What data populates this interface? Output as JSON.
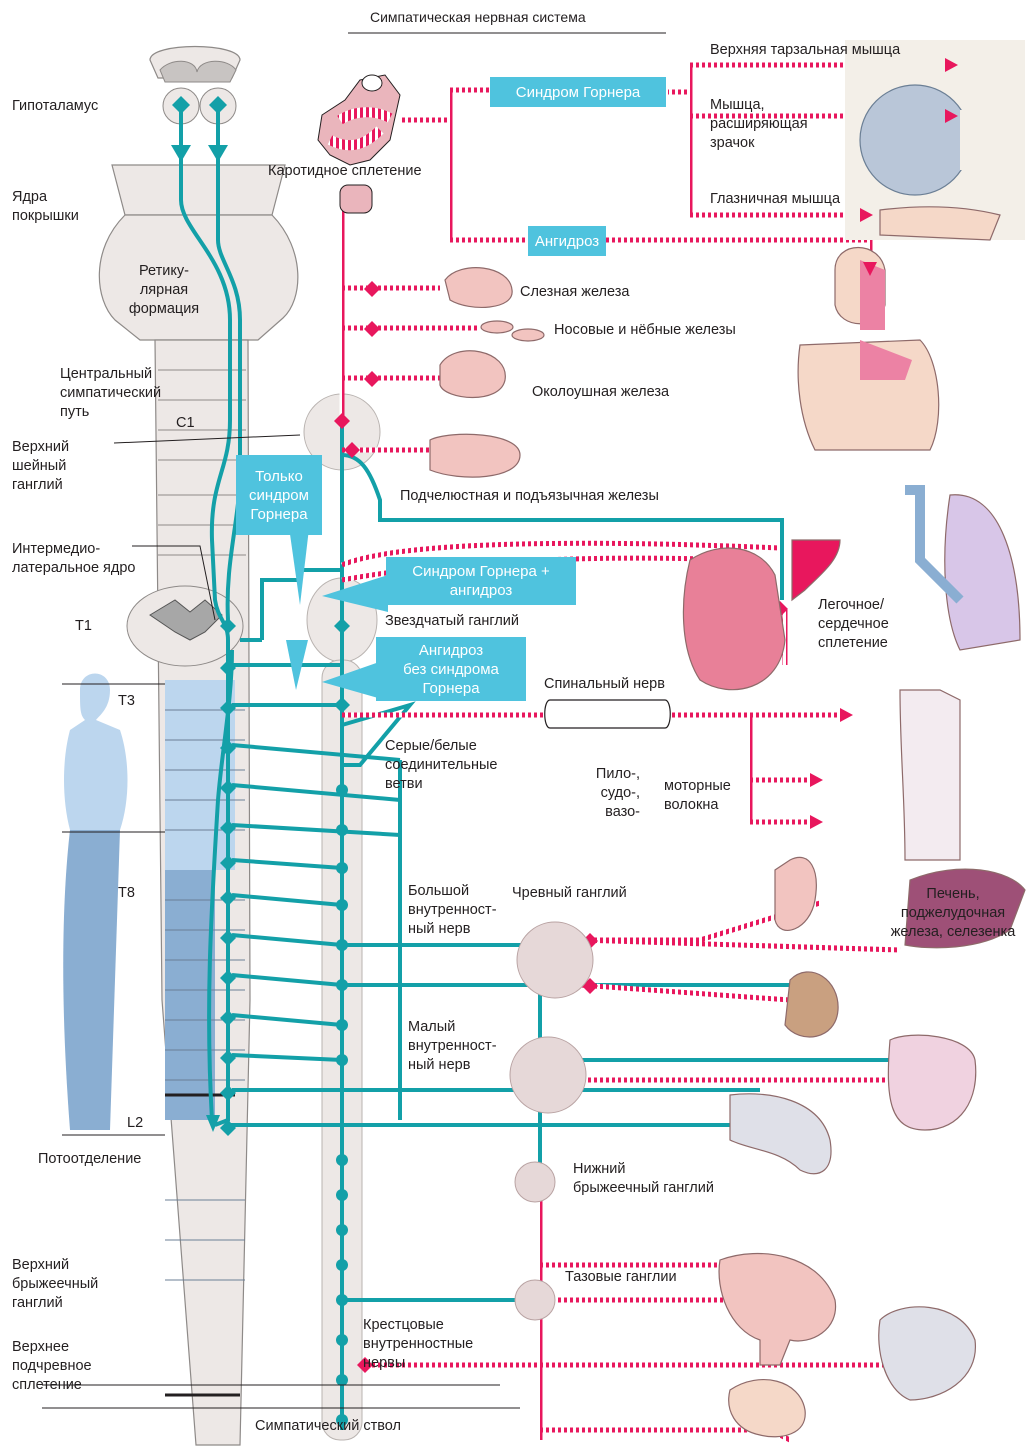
{
  "title": "Симпатическая нервная система",
  "colors": {
    "teal": "#13a0a8",
    "red": "#e8175d",
    "box": "#4fc3de",
    "spine": "#ede8e6",
    "organ_pink": "#eab5bc",
    "body_light": "#bcd6ee",
    "body_dark": "#8aaed2"
  },
  "labels": {
    "hypothalamus": "Гипоталамус",
    "tegmental_nuclei": "Ядра\nпокрышки",
    "reticular": "Ретику-\nлярная\nформация",
    "central_path": "Центральный\nсимпатический\nпуть",
    "c1": "C1",
    "superior_cervical": "Верхний\nшейный\nганглий",
    "intermediolateral": "Интермедио-\nлатеральное ядро",
    "t1": "T1",
    "t3": "T3",
    "t8": "T8",
    "l2": "L2",
    "sweating": "Потоотделение",
    "superior_mesenteric": "Верхний\nбрыжеечный\nганглий",
    "superior_hypogastric": "Верхнее\nподчревное\nсплетение",
    "sympathetic_trunk": "Симпатический ствол",
    "carotid_plexus": "Каротидное сплетение",
    "horner_box": "Синдром Горнера",
    "anhidrosis_box": "Ангидроз",
    "upper_tarsal": "Верхняя тарзальная мышца",
    "dilator": "Мышца,\nрасширяющая\nзрачок",
    "orbital_muscle": "Глазничная мышца",
    "lacrimal": "Слезная железа",
    "nasal": "Носовые и нёбные железы",
    "parotid": "Околоушная железа",
    "submandibular": "Подчелюстная и подъязычная железы",
    "only_horner": "Только\nсиндром\nГорнера",
    "horner_anhidrosis": "Синдром Горнера +\nангидроз",
    "stellate": "Звездчатый ганглий",
    "anhidrosis_no_horner": "Ангидроз\nбез синдрома\nГорнера",
    "pulmonary_plexus": "Легочное/\nсердечное\nсплетение",
    "spinal_nerve": "Спинальный нерв",
    "rami": "Серые/белые\nсоединительные\nветви",
    "pilo": "Пило-,\nсудо-,\nвазо-",
    "motor": "моторные\nволокна",
    "greater_splanchnic": "Большой\nвнутренност-\nный нерв",
    "celiac": "Чревный ганглий",
    "liver": "Печень,\nподжелудочная\nжелеза, селезенка",
    "lesser_splanchnic": "Малый\nвнутренност-\nный нерв",
    "inferior_mesenteric": "Нижний\nбрыжеечный ганглий",
    "pelvic": "Тазовые ганглии",
    "sacral_splanchnic": "Крестцовые\nвнутренностные\nнервы"
  }
}
